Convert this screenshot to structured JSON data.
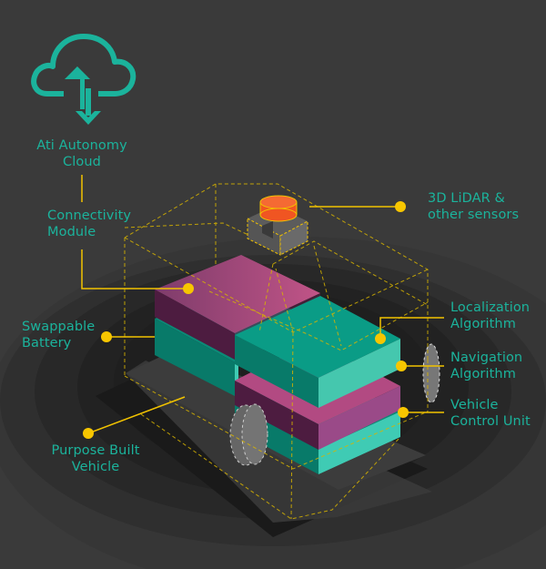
{
  "colors": {
    "background": "#3a3a3a",
    "accent_teal": "#1bb39c",
    "leader_yellow": "#f2c300",
    "battery_purple": "#9c4a80",
    "module_teal": "#0d9e88",
    "lidar_orange": "#f05522",
    "wheel_gray": "#6b6b6b"
  },
  "cloud": {
    "icon": "cloud-upload-download-icon",
    "label_lines": [
      "Ati Autonomy",
      "Cloud"
    ]
  },
  "components": [
    {
      "id": "connectivity",
      "label_lines": [
        "Connectivity",
        "Module"
      ]
    },
    {
      "id": "lidar",
      "label_lines": [
        "3D LiDAR &",
        "other sensors"
      ]
    },
    {
      "id": "battery",
      "label_lines": [
        "Swappable",
        "Battery"
      ]
    },
    {
      "id": "localization",
      "label_lines": [
        "Localization",
        "Algorithm"
      ]
    },
    {
      "id": "navigation",
      "label_lines": [
        "Navigation",
        "Algorithm"
      ]
    },
    {
      "id": "control",
      "label_lines": [
        "Vehicle",
        "Control Unit"
      ]
    },
    {
      "id": "vehicle",
      "label_lines": [
        "Purpose Built",
        "Vehicle"
      ]
    }
  ]
}
